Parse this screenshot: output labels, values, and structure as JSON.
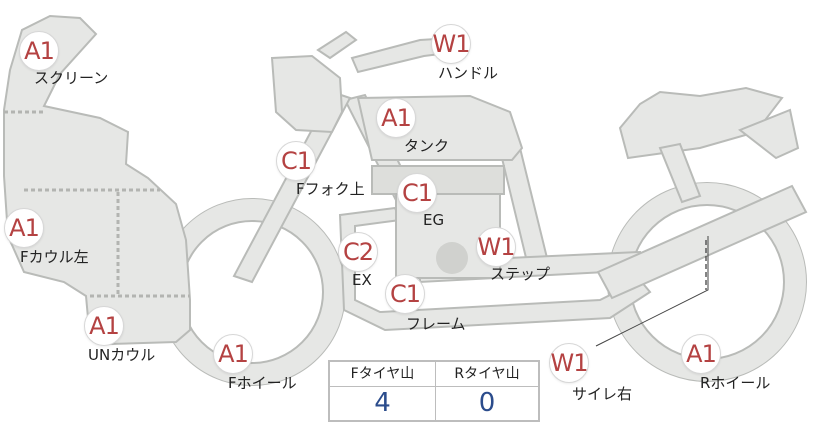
{
  "colors": {
    "badge_text": "#b44242",
    "part_fill": "#e6e7e5",
    "part_stroke": "#b9bbb8",
    "tire_value": "#2b4c8c"
  },
  "parts": [
    {
      "id": "screen",
      "grade": "A1",
      "label": "スクリーン"
    },
    {
      "id": "handle",
      "grade": "W1",
      "label": "ハンドル"
    },
    {
      "id": "tank",
      "grade": "A1",
      "label": "タンク"
    },
    {
      "id": "ffork",
      "grade": "C1",
      "label": "Fフォク上"
    },
    {
      "id": "eg",
      "grade": "C1",
      "label": "EG"
    },
    {
      "id": "fcowl",
      "grade": "A1",
      "label": "Fカウル左"
    },
    {
      "id": "ex",
      "grade": "C2",
      "label": "EX"
    },
    {
      "id": "step",
      "grade": "W1",
      "label": "ステップ"
    },
    {
      "id": "frame",
      "grade": "C1",
      "label": "フレーム"
    },
    {
      "id": "uncowl",
      "grade": "A1",
      "label": "UNカウル"
    },
    {
      "id": "fwheel",
      "grade": "A1",
      "label": "Fホイール"
    },
    {
      "id": "silencer",
      "grade": "W1",
      "label": "サイレ右"
    },
    {
      "id": "rwheel",
      "grade": "A1",
      "label": "Rホイール"
    }
  ],
  "tire_table": {
    "front_header": "Fタイヤ山",
    "rear_header": "Rタイヤ山",
    "front_value": "4",
    "rear_value": "0"
  }
}
